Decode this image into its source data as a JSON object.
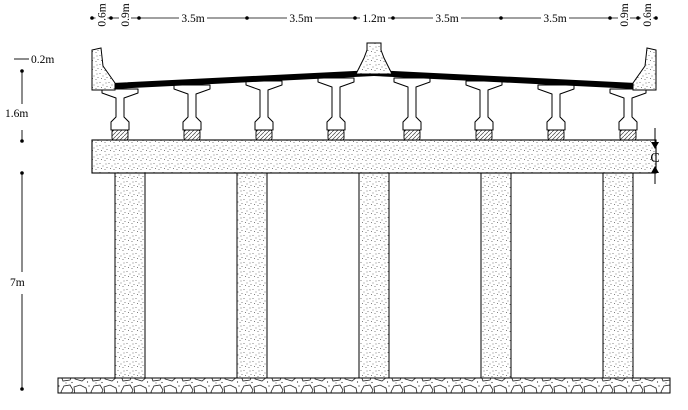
{
  "figure": {
    "type": "bridge-cross-section",
    "top_dimensions": [
      "0.6m",
      "0.9m",
      "3.5m",
      "3.5m",
      "1.2m",
      "3.5m",
      "3.5m",
      "0.9m",
      "0.6m"
    ],
    "left_dimensions": {
      "slab_thickness": "0.2m",
      "girder_depth": "1.6m",
      "pier_height": "7m"
    },
    "section_label": "C",
    "counts": {
      "girders": 8,
      "columns": 5
    }
  }
}
